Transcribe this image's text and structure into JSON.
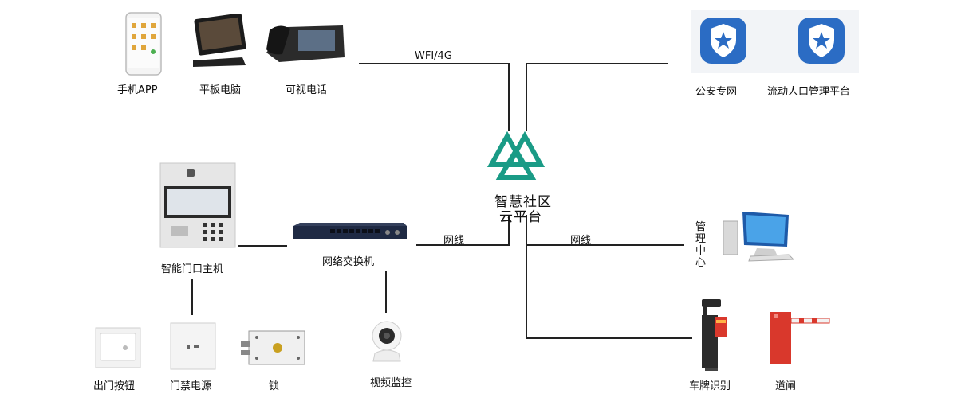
{
  "hub": {
    "line1": "智慧社区",
    "line2": "云平台"
  },
  "edges": {
    "wifi": "WFI/4G",
    "net_left": "网线",
    "net_right": "网线"
  },
  "devices": {
    "phone": "手机APP",
    "tablet": "平板电脑",
    "videophone": "可视电话",
    "police": "公安专网",
    "population": "流动人口管理平台",
    "door_host": "智能门口主机",
    "switch": "网络交换机",
    "mgmt": "管理中心",
    "exit_button": "出门按钮",
    "power": "门禁电源",
    "lock": "锁",
    "camera": "视频监控",
    "plate": "车牌识别",
    "barrier": "道闸"
  },
  "colors": {
    "hub": "#1a9b86",
    "badge": "#2b6cc4",
    "line": "#222222",
    "barrier": "#d9382c"
  }
}
